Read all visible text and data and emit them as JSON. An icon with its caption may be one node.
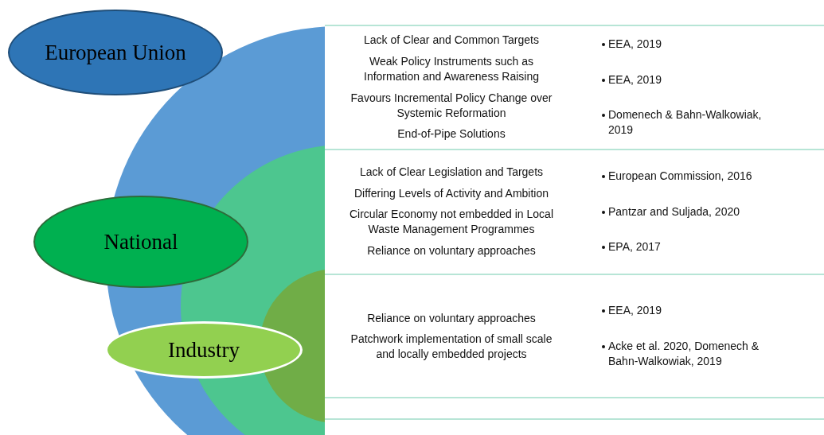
{
  "diagram": {
    "nodes": [
      {
        "text": [
          "European Union"
        ]
      },
      {
        "text": [
          "National"
        ]
      },
      {
        "text": [
          "Industry"
        ]
      }
    ],
    "labels": [
      "Lack of Clear and Common Targets",
      "EEA, 2019",
      "Weak Policy Instruments such as Information and Awareness Raising",
      "EEA, 2019",
      "Favours Incremental Policy Change over Systemic Reformation",
      "Domenech & Bahn-Walkowiak, 2019",
      "End-of-Pipe Solutions",
      "Lack of Clear Legislation and Targets",
      "European Commission, 2016",
      "Differing Levels of Activity and Ambition",
      "Circular Economy not embedded in Local Waste Management Programmes",
      "Pantzar and Suljada, 2020",
      "Reliance on voluntary approaches",
      "EPA, 2017",
      "EEA, 2019",
      "Reliance on voluntary approaches",
      "Patchwork implementation of small scale and locally embedded projects",
      "Acke et al. 2020, Domenech & Bahn-Walkowiak, 2019"
    ]
  }
}
